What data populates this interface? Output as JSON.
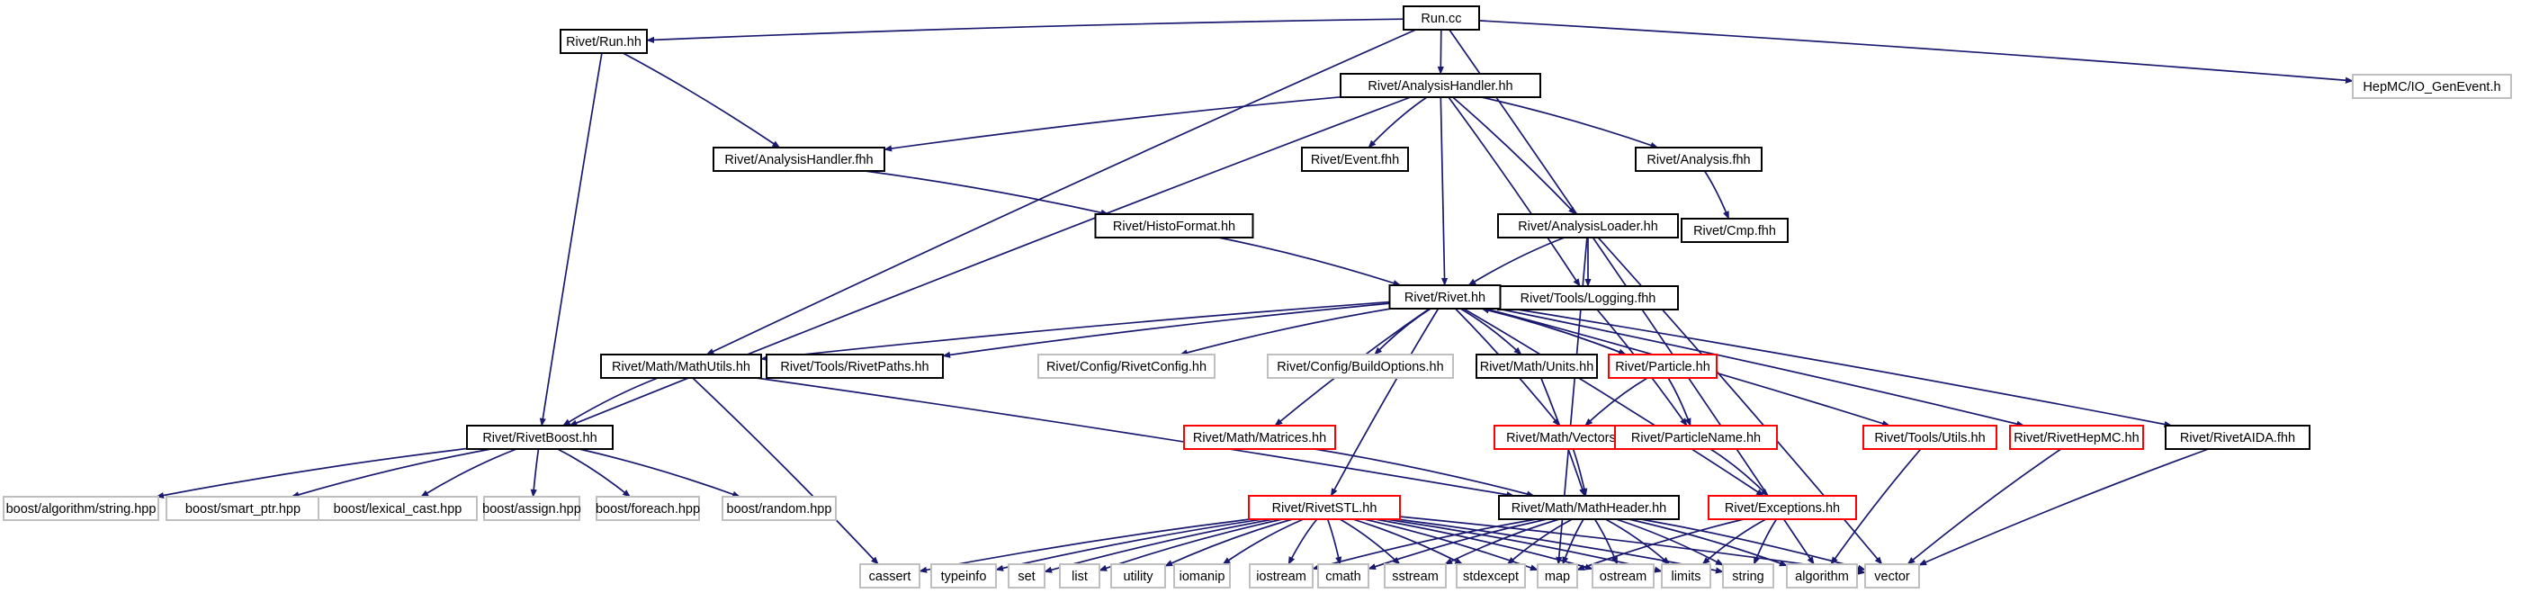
{
  "colors": {
    "edge": "#191970",
    "root_fill": "#bfbfbf",
    "local": "#000000",
    "incomplete": "#ff0000",
    "external": "#bfbfbf"
  },
  "nodes": {
    "run_cc": {
      "label": "Run.cc",
      "kind": "root"
    },
    "run_hh": {
      "label": "Rivet/Run.hh",
      "kind": "local"
    },
    "ah_hh": {
      "label": "Rivet/AnalysisHandler.hh",
      "kind": "local"
    },
    "hepmc_io": {
      "label": "HepMC/IO_GenEvent.h",
      "kind": "external"
    },
    "ah_fhh": {
      "label": "Rivet/AnalysisHandler.fhh",
      "kind": "local"
    },
    "event_fhh": {
      "label": "Rivet/Event.fhh",
      "kind": "local"
    },
    "analysis_fhh": {
      "label": "Rivet/Analysis.fhh",
      "kind": "local"
    },
    "histoformat": {
      "label": "Rivet/HistoFormat.hh",
      "kind": "local"
    },
    "cmp_fhh": {
      "label": "Rivet/Cmp.fhh",
      "kind": "local"
    },
    "loader_hh": {
      "label": "Rivet/AnalysisLoader.hh",
      "kind": "local"
    },
    "logging_fhh": {
      "label": "Rivet/Tools/Logging.fhh",
      "kind": "local"
    },
    "rivet_hh": {
      "label": "Rivet/Rivet.hh",
      "kind": "local"
    },
    "mathutils": {
      "label": "Rivet/Math/MathUtils.hh",
      "kind": "local"
    },
    "rivetpaths": {
      "label": "Rivet/Tools/RivetPaths.hh",
      "kind": "local"
    },
    "rivetconfig": {
      "label": "Rivet/Config/RivetConfig.hh",
      "kind": "external"
    },
    "buildoptions": {
      "label": "Rivet/Config/BuildOptions.hh",
      "kind": "external"
    },
    "units": {
      "label": "Rivet/Math/Units.hh",
      "kind": "local"
    },
    "particle": {
      "label": "Rivet/Particle.hh",
      "kind": "incomplete"
    },
    "rivetboost": {
      "label": "Rivet/RivetBoost.hh",
      "kind": "local"
    },
    "matrices": {
      "label": "Rivet/Math/Matrices.hh",
      "kind": "incomplete"
    },
    "vectors": {
      "label": "Rivet/Math/Vectors.hh",
      "kind": "incomplete"
    },
    "particlename": {
      "label": "Rivet/ParticleName.hh",
      "kind": "incomplete"
    },
    "toolsutils": {
      "label": "Rivet/Tools/Utils.hh",
      "kind": "incomplete"
    },
    "rivethepmc": {
      "label": "Rivet/RivetHepMC.hh",
      "kind": "incomplete"
    },
    "rivetaida": {
      "label": "Rivet/RivetAIDA.fhh",
      "kind": "local"
    },
    "b_algostring": {
      "label": "boost/algorithm/string.hpp",
      "kind": "external"
    },
    "b_smartptr": {
      "label": "boost/smart_ptr.hpp",
      "kind": "external"
    },
    "b_lexical": {
      "label": "boost/lexical_cast.hpp",
      "kind": "external"
    },
    "b_assign": {
      "label": "boost/assign.hpp",
      "kind": "external"
    },
    "b_foreach": {
      "label": "boost/foreach.hpp",
      "kind": "external"
    },
    "b_random": {
      "label": "boost/random.hpp",
      "kind": "external"
    },
    "rivetstl": {
      "label": "Rivet/RivetSTL.hh",
      "kind": "incomplete"
    },
    "mathheader": {
      "label": "Rivet/Math/MathHeader.hh",
      "kind": "local"
    },
    "exceptions": {
      "label": "Rivet/Exceptions.hh",
      "kind": "incomplete"
    },
    "s_cassert": {
      "label": "cassert",
      "kind": "external"
    },
    "s_typeinfo": {
      "label": "typeinfo",
      "kind": "external"
    },
    "s_set": {
      "label": "set",
      "kind": "external"
    },
    "s_list": {
      "label": "list",
      "kind": "external"
    },
    "s_utility": {
      "label": "utility",
      "kind": "external"
    },
    "s_iomanip": {
      "label": "iomanip",
      "kind": "external"
    },
    "s_iostream": {
      "label": "iostream",
      "kind": "external"
    },
    "s_cmath": {
      "label": "cmath",
      "kind": "external"
    },
    "s_sstream": {
      "label": "sstream",
      "kind": "external"
    },
    "s_stdexcept": {
      "label": "stdexcept",
      "kind": "external"
    },
    "s_map": {
      "label": "map",
      "kind": "external"
    },
    "s_ostream": {
      "label": "ostream",
      "kind": "external"
    },
    "s_limits": {
      "label": "limits",
      "kind": "external"
    },
    "s_string": {
      "label": "string",
      "kind": "external"
    },
    "s_algorithm": {
      "label": "algorithm",
      "kind": "external"
    },
    "s_vector": {
      "label": "vector",
      "kind": "external"
    }
  },
  "edges": [
    [
      "run_cc",
      "run_hh"
    ],
    [
      "run_cc",
      "ah_hh"
    ],
    [
      "run_cc",
      "hepmc_io"
    ],
    [
      "run_cc",
      "mathutils"
    ],
    [
      "run_cc",
      "s_algorithm"
    ],
    [
      "run_hh",
      "ah_fhh"
    ],
    [
      "run_hh",
      "rivetboost"
    ],
    [
      "ah_hh",
      "ah_fhh"
    ],
    [
      "ah_hh",
      "event_fhh"
    ],
    [
      "ah_hh",
      "analysis_fhh"
    ],
    [
      "ah_hh",
      "loader_hh"
    ],
    [
      "ah_hh",
      "logging_fhh"
    ],
    [
      "ah_hh",
      "rivet_hh"
    ],
    [
      "ah_hh",
      "rivetboost"
    ],
    [
      "ah_fhh",
      "histoformat"
    ],
    [
      "analysis_fhh",
      "cmp_fhh"
    ],
    [
      "histoformat",
      "rivet_hh"
    ],
    [
      "loader_hh",
      "rivet_hh"
    ],
    [
      "loader_hh",
      "logging_fhh"
    ],
    [
      "loader_hh",
      "s_map"
    ],
    [
      "loader_hh",
      "s_vector"
    ],
    [
      "rivet_hh",
      "mathutils"
    ],
    [
      "rivet_hh",
      "rivetpaths"
    ],
    [
      "rivet_hh",
      "rivetconfig"
    ],
    [
      "rivet_hh",
      "buildoptions"
    ],
    [
      "rivet_hh",
      "units"
    ],
    [
      "rivet_hh",
      "particle"
    ],
    [
      "rivet_hh",
      "matrices"
    ],
    [
      "rivet_hh",
      "vectors"
    ],
    [
      "rivet_hh",
      "rivetstl"
    ],
    [
      "rivet_hh",
      "toolsutils"
    ],
    [
      "rivet_hh",
      "rivethepmc"
    ],
    [
      "rivet_hh",
      "rivetaida"
    ],
    [
      "rivet_hh",
      "exceptions"
    ],
    [
      "particle",
      "rivet_hh"
    ],
    [
      "particle",
      "vectors"
    ],
    [
      "particle",
      "particlename"
    ],
    [
      "logging_fhh",
      "particlename"
    ],
    [
      "mathutils",
      "rivetboost"
    ],
    [
      "mathutils",
      "mathheader"
    ],
    [
      "mathutils",
      "s_cassert"
    ],
    [
      "units",
      "mathheader"
    ],
    [
      "matrices",
      "mathheader"
    ],
    [
      "vectors",
      "mathheader"
    ],
    [
      "particlename",
      "exceptions"
    ],
    [
      "toolsutils",
      "s_algorithm"
    ],
    [
      "rivethepmc",
      "s_vector"
    ],
    [
      "rivetaida",
      "s_vector"
    ],
    [
      "rivetboost",
      "b_algostring"
    ],
    [
      "rivetboost",
      "b_smartptr"
    ],
    [
      "rivetboost",
      "b_lexical"
    ],
    [
      "rivetboost",
      "b_assign"
    ],
    [
      "rivetboost",
      "b_foreach"
    ],
    [
      "rivetboost",
      "b_random"
    ],
    [
      "rivetstl",
      "s_cassert"
    ],
    [
      "rivetstl",
      "s_typeinfo"
    ],
    [
      "rivetstl",
      "s_set"
    ],
    [
      "rivetstl",
      "s_list"
    ],
    [
      "rivetstl",
      "s_utility"
    ],
    [
      "rivetstl",
      "s_iomanip"
    ],
    [
      "rivetstl",
      "s_iostream"
    ],
    [
      "rivetstl",
      "s_cmath"
    ],
    [
      "rivetstl",
      "s_sstream"
    ],
    [
      "rivetstl",
      "s_stdexcept"
    ],
    [
      "rivetstl",
      "s_map"
    ],
    [
      "rivetstl",
      "s_ostream"
    ],
    [
      "rivetstl",
      "s_limits"
    ],
    [
      "rivetstl",
      "s_string"
    ],
    [
      "rivetstl",
      "s_vector"
    ],
    [
      "mathheader",
      "s_iostream"
    ],
    [
      "mathheader",
      "s_cmath"
    ],
    [
      "mathheader",
      "s_sstream"
    ],
    [
      "mathheader",
      "s_stdexcept"
    ],
    [
      "mathheader",
      "s_map"
    ],
    [
      "mathheader",
      "s_ostream"
    ],
    [
      "mathheader",
      "s_limits"
    ],
    [
      "mathheader",
      "s_string"
    ],
    [
      "mathheader",
      "s_algorithm"
    ],
    [
      "mathheader",
      "s_vector"
    ],
    [
      "exceptions",
      "s_map"
    ],
    [
      "exceptions",
      "s_string"
    ],
    [
      "exceptions",
      "s_limits"
    ]
  ]
}
